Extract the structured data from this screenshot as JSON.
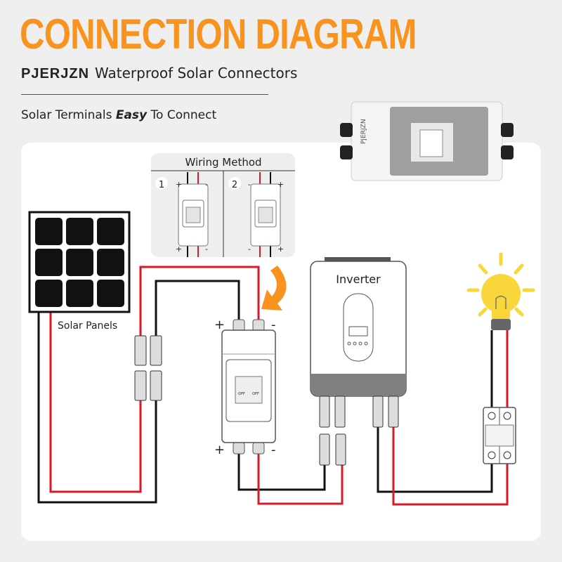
{
  "header": {
    "title": "CONNECTION DIAGRAM",
    "brand": "PJERJZN",
    "subtitle": "Waterproof Solar Connectors",
    "tagline_pre": "Solar Terminals ",
    "tagline_em": "Easy",
    "tagline_post": " To Connect"
  },
  "wiring_method": {
    "title": "Wiring Method",
    "options": [
      {
        "number": "1",
        "top_left": "+",
        "top_right": "-",
        "bottom_left": "+",
        "bottom_right": "-"
      },
      {
        "number": "2",
        "top_left": "-",
        "top_right": "+",
        "bottom_left": "-",
        "bottom_right": "+"
      }
    ]
  },
  "components": {
    "solar_panels": "Solar Panels",
    "inverter": "Inverter",
    "breaker_off": "OFF",
    "plus": "+",
    "minus": "-",
    "product_brand": "PJERJZN"
  },
  "colors": {
    "accent": "#f7931e",
    "positive_wire": "#d7192a",
    "negative_wire": "#111111",
    "bulb": "#f9d63a"
  }
}
